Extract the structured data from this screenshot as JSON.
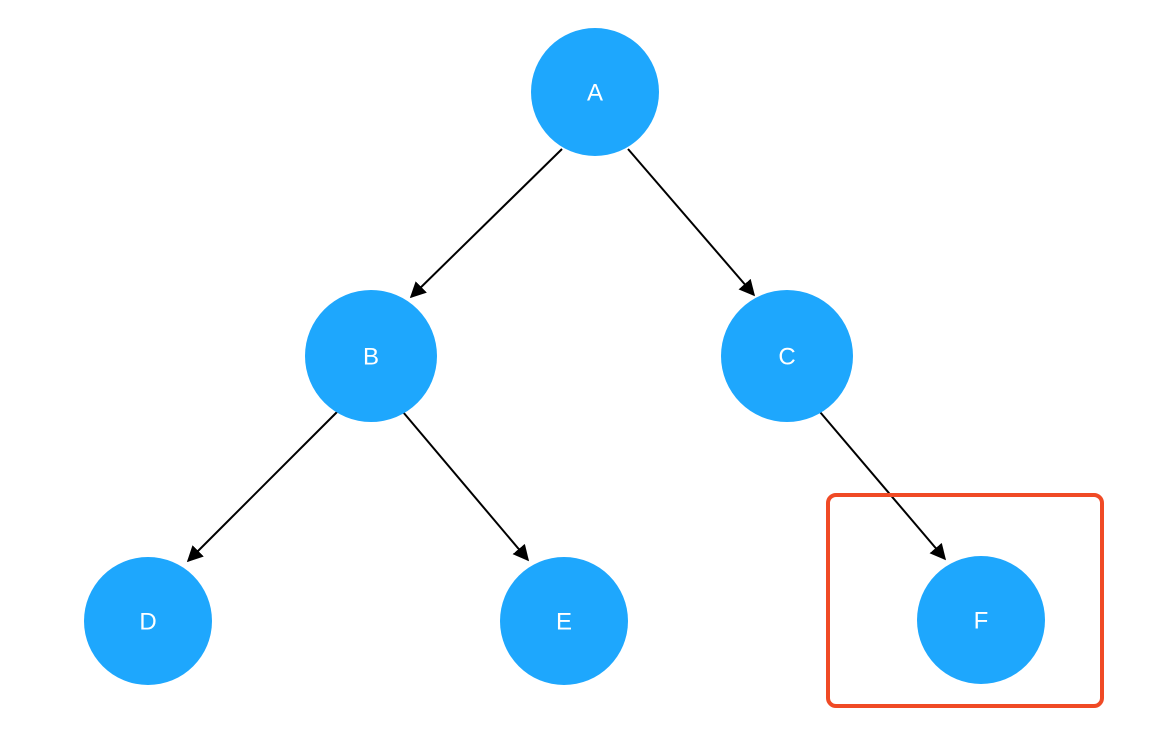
{
  "diagram": {
    "type": "binary-tree",
    "nodes": [
      {
        "id": "A",
        "label": "A"
      },
      {
        "id": "B",
        "label": "B"
      },
      {
        "id": "C",
        "label": "C"
      },
      {
        "id": "D",
        "label": "D"
      },
      {
        "id": "E",
        "label": "E"
      },
      {
        "id": "F",
        "label": "F"
      }
    ],
    "edges": [
      {
        "from": "A",
        "to": "B"
      },
      {
        "from": "A",
        "to": "C"
      },
      {
        "from": "B",
        "to": "D"
      },
      {
        "from": "B",
        "to": "E"
      },
      {
        "from": "C",
        "to": "F"
      }
    ],
    "highlighted_node": "F"
  },
  "colors": {
    "node_fill": "#1ea7fd",
    "node_text": "#ffffff",
    "edge": "#000000",
    "highlight_stroke": "#f04a25",
    "background": "#ffffff"
  }
}
